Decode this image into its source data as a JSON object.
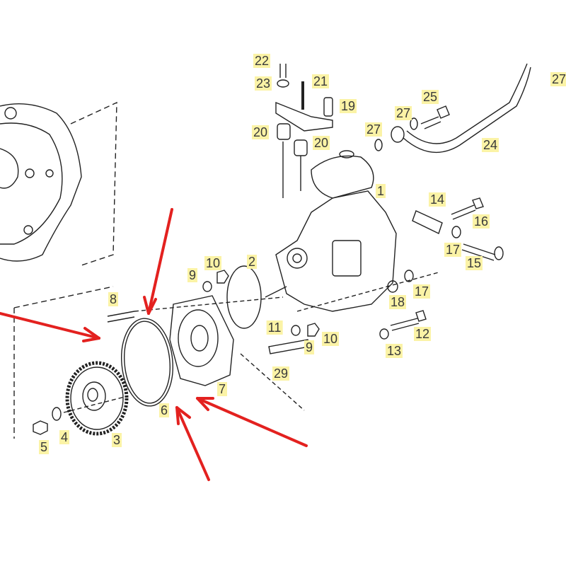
{
  "diagram": {
    "labels": [
      "22",
      "23",
      "21",
      "19",
      "25",
      "27",
      "27",
      "27",
      "20",
      "20",
      "24",
      "1",
      "14",
      "16",
      "17",
      "15",
      "2",
      "10",
      "9",
      "17",
      "18",
      "8",
      "11",
      "9",
      "10",
      "12",
      "13",
      "29",
      "7",
      "6",
      "5",
      "4",
      "3"
    ]
  },
  "colors": {
    "highlight": "#fbf3a6",
    "arrow": "#e3211f",
    "line": "#222222"
  }
}
